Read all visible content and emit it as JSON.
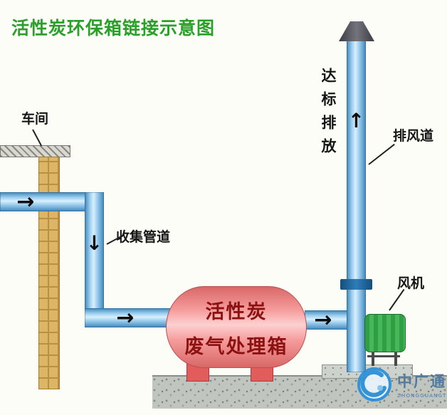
{
  "title": "活性炭环保箱链接示意图",
  "labels": {
    "workshop": "车间",
    "collection_pipe": "收集管道",
    "emission": "达标排放",
    "exhaust_duct": "排风道",
    "fan": "风机"
  },
  "tank": {
    "line1": "活性炭",
    "line2": "废气处理箱"
  },
  "glyphs": {
    "arrow_right": "→",
    "arrow_down": "↓",
    "arrow_up": "↑"
  },
  "watermark": {
    "name": "中广通",
    "subtitle": "ZHONGGUANGTONG"
  },
  "colors": {
    "title_green": "#2aa02a",
    "pipe_blue": "#6fb6e6",
    "tank_pink": "#ef8080",
    "tank_text_red": "#8c1212",
    "brick_tan": "#dcb567",
    "fan_green": "#2f9e44",
    "concrete_gray": "#c0c5c0",
    "flange_blue": "#164e7e",
    "watermark_blue": "#2b8fd8"
  }
}
